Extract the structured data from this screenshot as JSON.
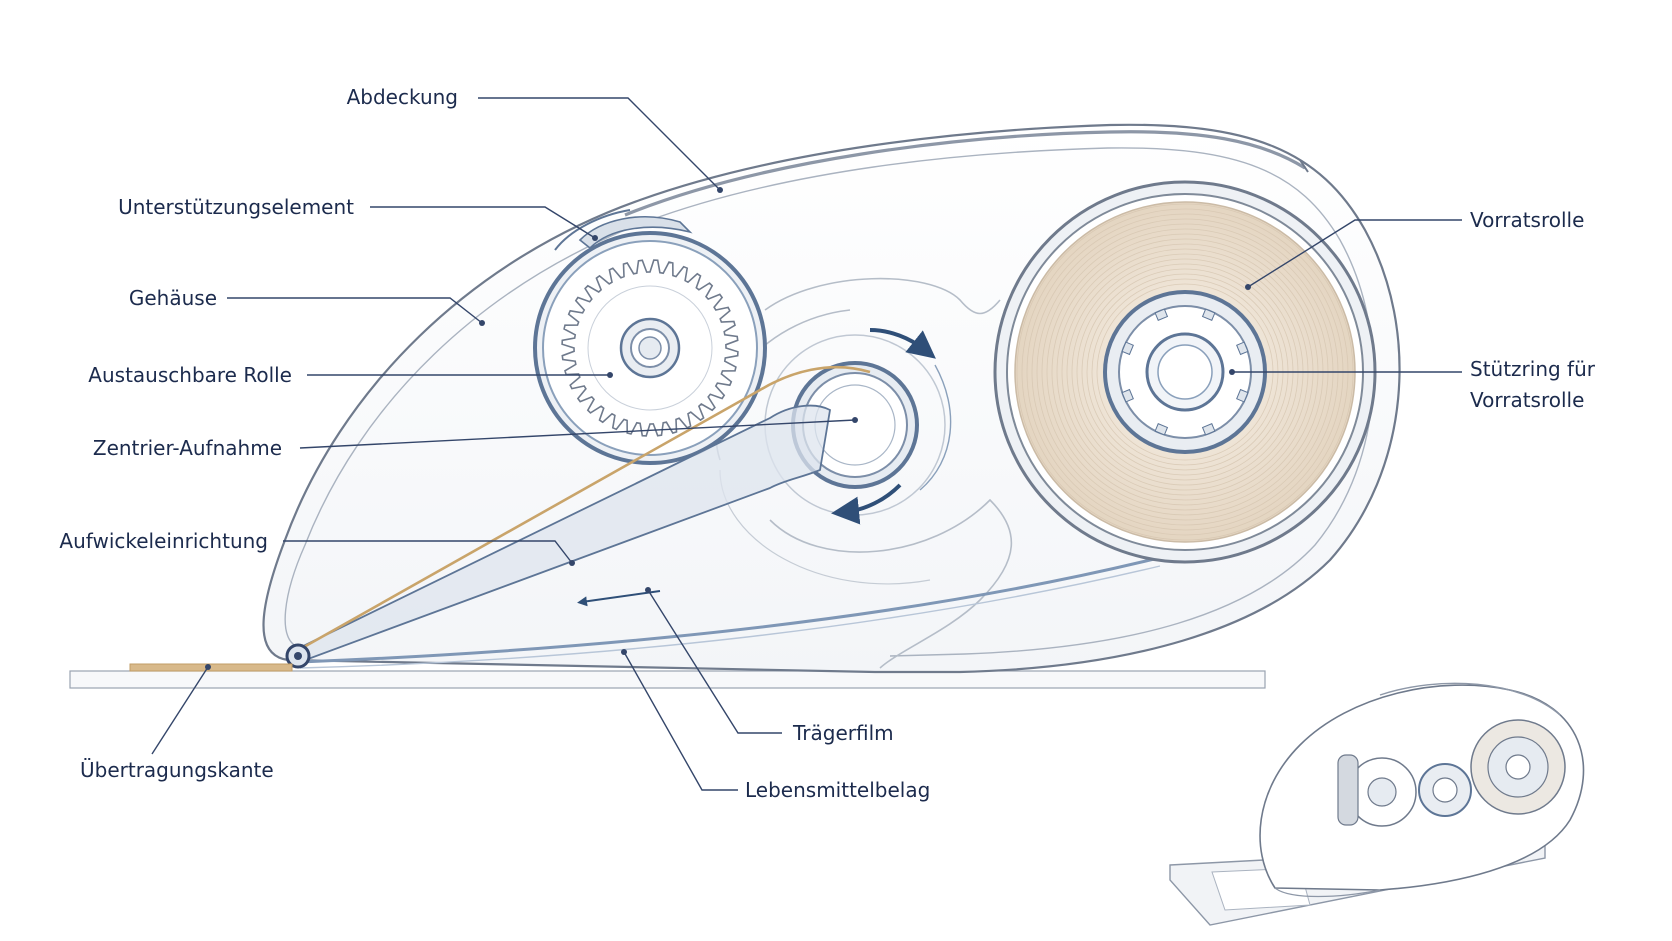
{
  "labels": {
    "abdeckung": "Abdeckung",
    "unterstuetzungselement": "Unterstützungselement",
    "gehaeuse": "Gehäuse",
    "austauschbare_rolle": "Austauschbare Rolle",
    "zentrier_aufnahme": "Zentrier-Aufnahme",
    "aufwickeleinrichtung": "Aufwickeleinrichtung",
    "uebertragungskante": "Übertragungskante",
    "traegerfilm": "Trägerfilm",
    "lebensmittelbelag": "Lebensmittelbelag",
    "vorratsrolle": "Vorratsrolle",
    "stuetzring_line1": "Stützring für",
    "stuetzring_line2": "Vorratsrolle"
  },
  "colors": {
    "label_text": "#1c2b4d",
    "leader_line": "#34466a",
    "housing_stroke": "#6f7a8c",
    "steel_blue": "#5d7596",
    "tape_beige": "#e9dccb",
    "tape_gold": "#c9a46a",
    "arrow_blue": "#2f4f78"
  }
}
